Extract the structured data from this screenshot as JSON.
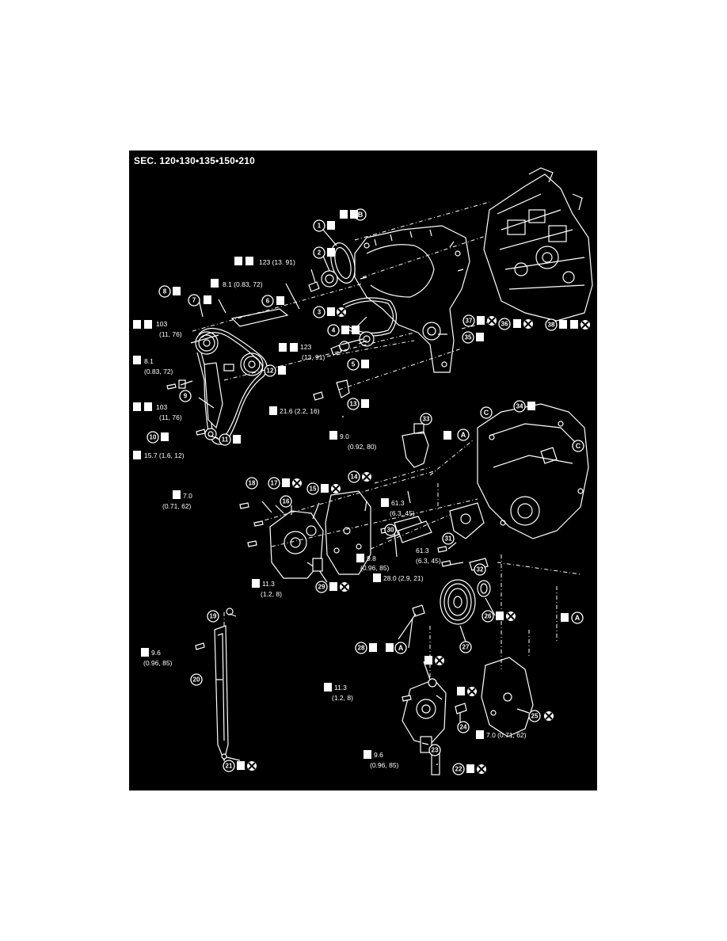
{
  "section_title": "SEC. 120•130•135•150•210",
  "torque_labels": [
    {
      "id": "t-123-a",
      "value": "123 (13. 91)"
    },
    {
      "id": "t-8-1-a",
      "value": "8.1 (0.83, 72)"
    },
    {
      "id": "t-103-a1",
      "value": "103"
    },
    {
      "id": "t-103-a2",
      "value": "(11, 76)"
    },
    {
      "id": "t-123-b1",
      "value": "123"
    },
    {
      "id": "t-123-b2",
      "value": "(13, 91)"
    },
    {
      "id": "t-8-1-b1",
      "value": "8.1"
    },
    {
      "id": "t-8-1-b2",
      "value": "(0.83, 72)"
    },
    {
      "id": "t-103-b1",
      "value": "103"
    },
    {
      "id": "t-103-b2",
      "value": "(11, 76)"
    },
    {
      "id": "t-21-6",
      "value": "21.6 (2.2, 16)"
    },
    {
      "id": "t-15-7",
      "value": "15.7 (1.6, 12)"
    },
    {
      "id": "t-9-0-1",
      "value": "9.0"
    },
    {
      "id": "t-9-0-2",
      "value": "(0.92, 80)"
    },
    {
      "id": "t-7-0-a1",
      "value": "7.0"
    },
    {
      "id": "t-7-0-a2",
      "value": "(0.71, 62)"
    },
    {
      "id": "t-61-3-a1",
      "value": "61.3"
    },
    {
      "id": "t-61-3-a2",
      "value": "(6.3, 45)"
    },
    {
      "id": "t-9-8-1",
      "value": "9.8"
    },
    {
      "id": "t-9-8-2",
      "value": "(0.96, 85)"
    },
    {
      "id": "t-61-3-b",
      "value": "61.3"
    },
    {
      "id": "t-61-3-b2",
      "value": "(6.3, 45)"
    },
    {
      "id": "t-28-0",
      "value": "28.0 (2.9, 21)"
    },
    {
      "id": "t-11-3-a1",
      "value": "11.3"
    },
    {
      "id": "t-11-3-a2",
      "value": "(1.2, 8)"
    },
    {
      "id": "t-9-6-a1",
      "value": "9.6"
    },
    {
      "id": "t-9-6-a2",
      "value": "(0.96, 85)"
    },
    {
      "id": "t-11-3-b1",
      "value": "11.3"
    },
    {
      "id": "t-11-3-b2",
      "value": "(1.2, 8)"
    },
    {
      "id": "t-7-0-b",
      "value": "7.0 (0.71, 62)"
    },
    {
      "id": "t-9-6-b1",
      "value": "9.6"
    },
    {
      "id": "t-9-6-b2",
      "value": "(0.96, 85)"
    }
  ],
  "callouts": [
    "1",
    "2",
    "3",
    "4",
    "5",
    "6",
    "7",
    "8",
    "9",
    "10",
    "11",
    "12",
    "13",
    "14",
    "15",
    "16",
    "17",
    "18",
    "19",
    "20",
    "21",
    "22",
    "23",
    "24",
    "25",
    "26",
    "27",
    "28",
    "29",
    "30",
    "31",
    "32",
    "33",
    "34",
    "35",
    "36",
    "37",
    "38"
  ],
  "reference_letters": [
    "A",
    "B",
    "C"
  ]
}
